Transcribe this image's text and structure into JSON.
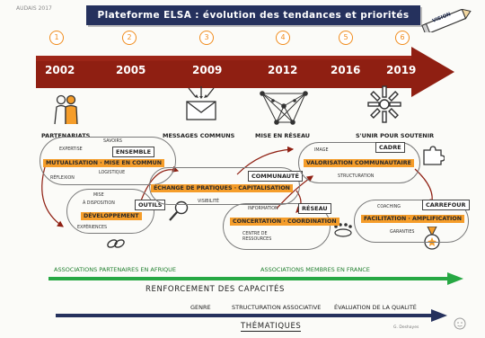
{
  "signature": "Audais 2017",
  "title": "Plateforme ELSA : évolution des tendances et priorités",
  "vision_label": "Vision",
  "timeline": [
    {
      "num": "1",
      "year": "2002",
      "label": "Partenariats"
    },
    {
      "num": "2",
      "year": "2005",
      "label": ""
    },
    {
      "num": "3",
      "year": "2009",
      "label": "Messages communs"
    },
    {
      "num": "4",
      "year": "2012",
      "label": "Mise en réseau"
    },
    {
      "num": "5",
      "year": "2016",
      "label": "S'unir pour soutenir"
    },
    {
      "num": "6",
      "year": "2019",
      "label": ""
    }
  ],
  "clouds": {
    "c1": {
      "tag": "Ensemble",
      "main": "Mutualisation · Mise en commun",
      "small": [
        "Savoirs",
        "Expertise",
        "Logistique",
        "Réflexion"
      ]
    },
    "c2": {
      "tag": "Outils",
      "main": "Développement",
      "small": [
        "Mise",
        "à disposition",
        "Expériences"
      ]
    },
    "c3": {
      "tag": "Communauté",
      "main": "Échange de pratiques · Capitalisation",
      "small": [
        "Visibilité"
      ]
    },
    "c4": {
      "tag": "Réseau",
      "main": "Concertation · Coordination",
      "small": [
        "Information",
        "Centre de ressources"
      ]
    },
    "c5": {
      "tag": "Cadre",
      "main": "Valorisation communautaire",
      "small": [
        "Image",
        "Structuration"
      ]
    },
    "c6": {
      "tag": "Carrefour",
      "main": "Facilitation · Amplification",
      "small": [
        "Coaching",
        "Garanties"
      ]
    }
  },
  "green_band": {
    "left": "Associations partenaires en Afrique",
    "right": "Associations membres en France",
    "caption": "Renforcement des capacités"
  },
  "blue_band": {
    "items": [
      "Genre",
      "Structuration associative",
      "Évaluation de la qualité"
    ],
    "caption": "Thématiques"
  },
  "author": "G. Deshayes",
  "colors": {
    "navy": "#25315d",
    "arrow_red": "#8f1f12",
    "orange": "#f59d2a",
    "green": "#27a844"
  }
}
